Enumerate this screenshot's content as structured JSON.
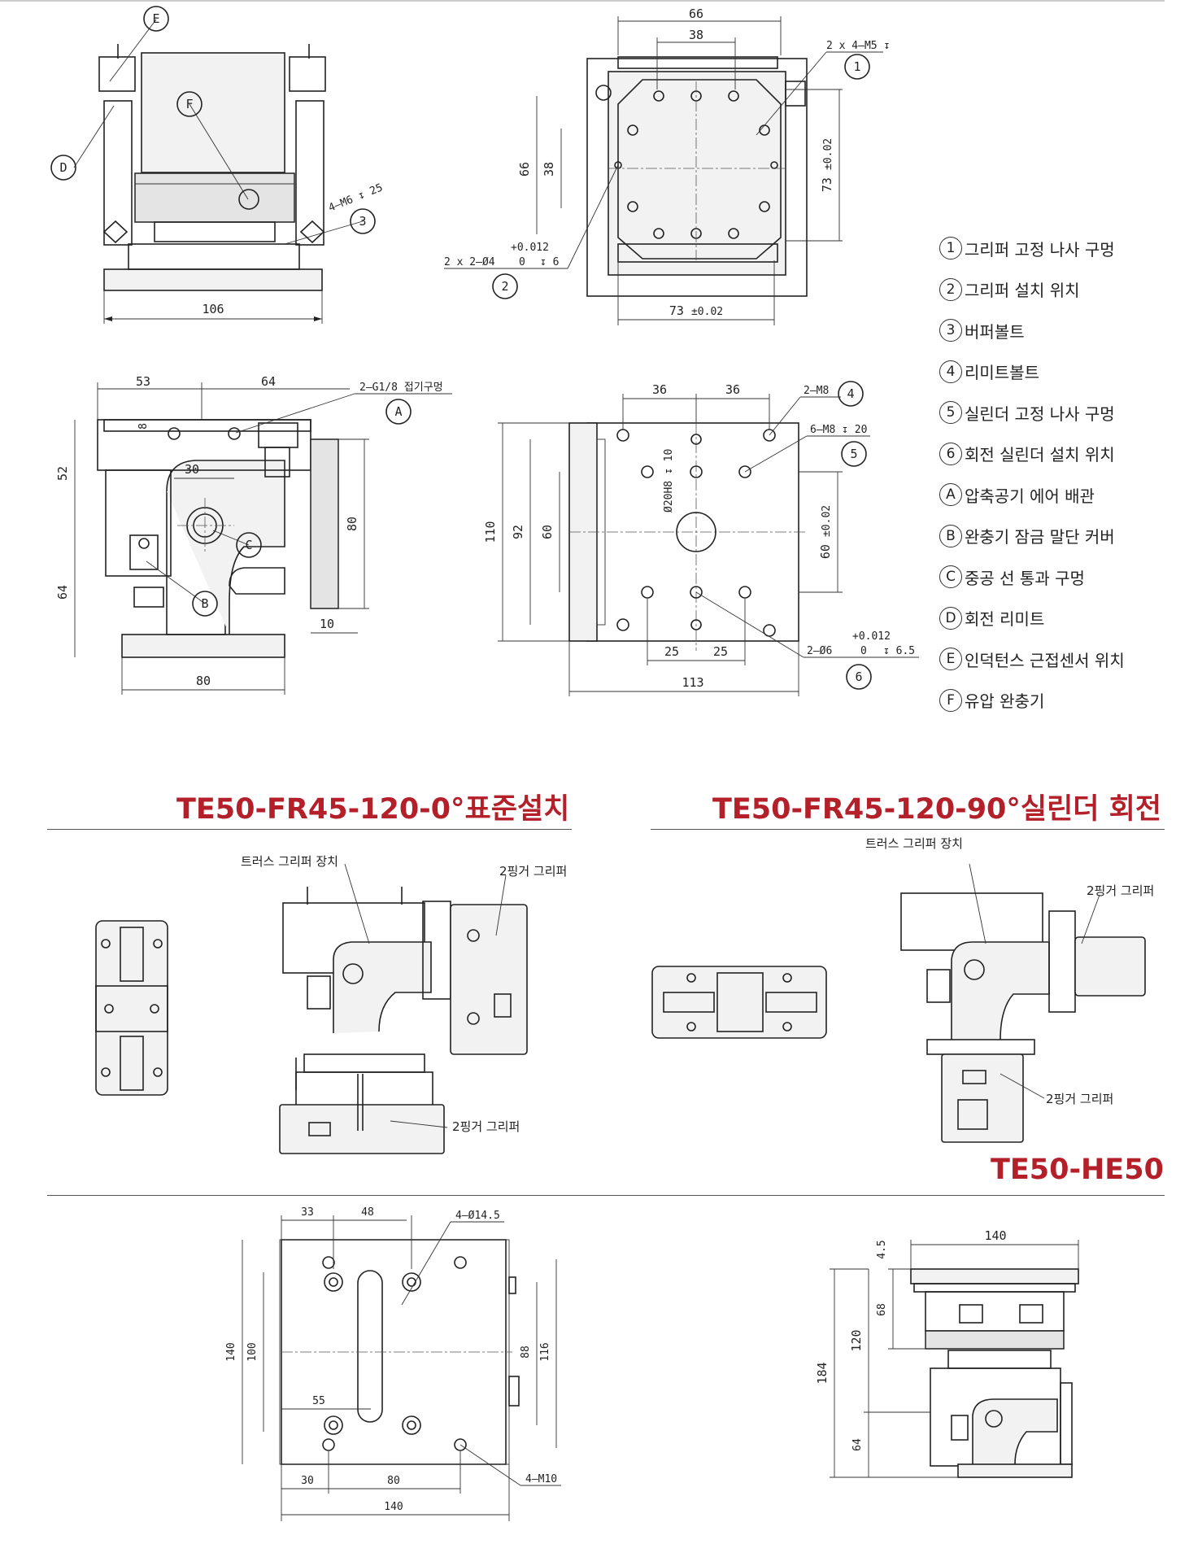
{
  "legend": [
    {
      "mark": "1",
      "text": "그리퍼 고정 나사 구멍"
    },
    {
      "mark": "2",
      "text": "그리퍼 설치 위치"
    },
    {
      "mark": "3",
      "text": "버퍼볼트"
    },
    {
      "mark": "4",
      "text": "리미트볼트"
    },
    {
      "mark": "5",
      "text": "실린더 고정 나사 구멍"
    },
    {
      "mark": "6",
      "text": "회전 실린더 설치 위치"
    },
    {
      "mark": "A",
      "text": "압축공기 에어 배관"
    },
    {
      "mark": "B",
      "text": "완충기 잠금 말단 커버"
    },
    {
      "mark": "C",
      "text": "중공 선 통과 구멍"
    },
    {
      "mark": "D",
      "text": "회전 리미트"
    },
    {
      "mark": "E",
      "text": "인덕턴스 근접센서 위치"
    },
    {
      "mark": "F",
      "text": "유압 완충기"
    }
  ],
  "sections": {
    "left_title": "TE50-FR45-120-0°표준설치",
    "right_title": "TE50-FR45-120-90°실린더 회전",
    "he_title": "TE50-HE50"
  },
  "callouts": {
    "truss_left": "트러스 그리퍼 장치",
    "finger_left_top": "2핑거 그리퍼",
    "finger_left_bottom": "2핑거 그리퍼",
    "truss_right": "트러스 그리퍼 장치",
    "finger_right_top": "2핑거 그리퍼",
    "finger_right_bottom": "2핑거 그리퍼"
  },
  "drawing_top_left": {
    "width": "106",
    "note_bolt": "4—M6",
    "note_bolt_depth": "25",
    "marks": [
      "E",
      "F",
      "D",
      "3"
    ]
  },
  "drawing_top_right": {
    "dim_66_top": "66",
    "dim_38_top": "38",
    "dim_66_left": "66",
    "dim_38_left": "38",
    "dim_73_right": "73",
    "tol_73_right": "±0.02",
    "dim_73_bottom": "73",
    "tol_73_bottom": "±0.02",
    "hole_note": "2 x 4—M5",
    "pin_note": "2 x 2—Ø4",
    "pin_tol_upper": "+0.012",
    "pin_tol_lower": "0",
    "pin_depth": "6",
    "marks": [
      "1",
      "2"
    ]
  },
  "drawing_mid_left": {
    "dim_53": "53",
    "dim_64_top": "64",
    "dim_8": "8",
    "dim_30": "30",
    "dim_52": "52",
    "dim_64_side": "64",
    "dim_80_side": "80",
    "dim_10": "10",
    "dim_80_bottom": "80",
    "air_note": "2—G1/8 접기구멍",
    "marks": [
      "A",
      "B",
      "C"
    ]
  },
  "drawing_mid_right": {
    "dim_36_a": "36",
    "dim_36_b": "36",
    "dim_110": "110",
    "dim_92": "92",
    "dim_60_left": "60",
    "dim_60_right": "60",
    "tol_60_right": "±0.02",
    "dim_25_a": "25",
    "dim_25_b": "25",
    "dim_113": "113",
    "bore_note": "Ø20H8",
    "bore_depth": "10",
    "m8_note": "2—M8",
    "m8_deep_note": "6—M8",
    "m8_deep_depth": "20",
    "pin_note": "2—Ø6",
    "pin_tol_upper": "+0.012",
    "pin_tol_lower": "0",
    "pin_depth": "6.5",
    "marks": [
      "4",
      "5",
      "6"
    ]
  },
  "drawing_he_plan": {
    "dim_33": "33",
    "dim_48": "48",
    "hole_note": "4—Ø14.5",
    "dim_140_left": "140",
    "dim_100": "100",
    "dim_88": "88",
    "dim_116": "116",
    "dim_55": "55",
    "dim_30": "30",
    "dim_80": "80",
    "dim_140_bottom": "140",
    "thread_note": "4—M10"
  },
  "drawing_he_side": {
    "dim_140_top": "140",
    "dim_4_5": "4.5",
    "dim_68": "68",
    "dim_120": "120",
    "dim_184": "184",
    "dim_64": "64"
  }
}
